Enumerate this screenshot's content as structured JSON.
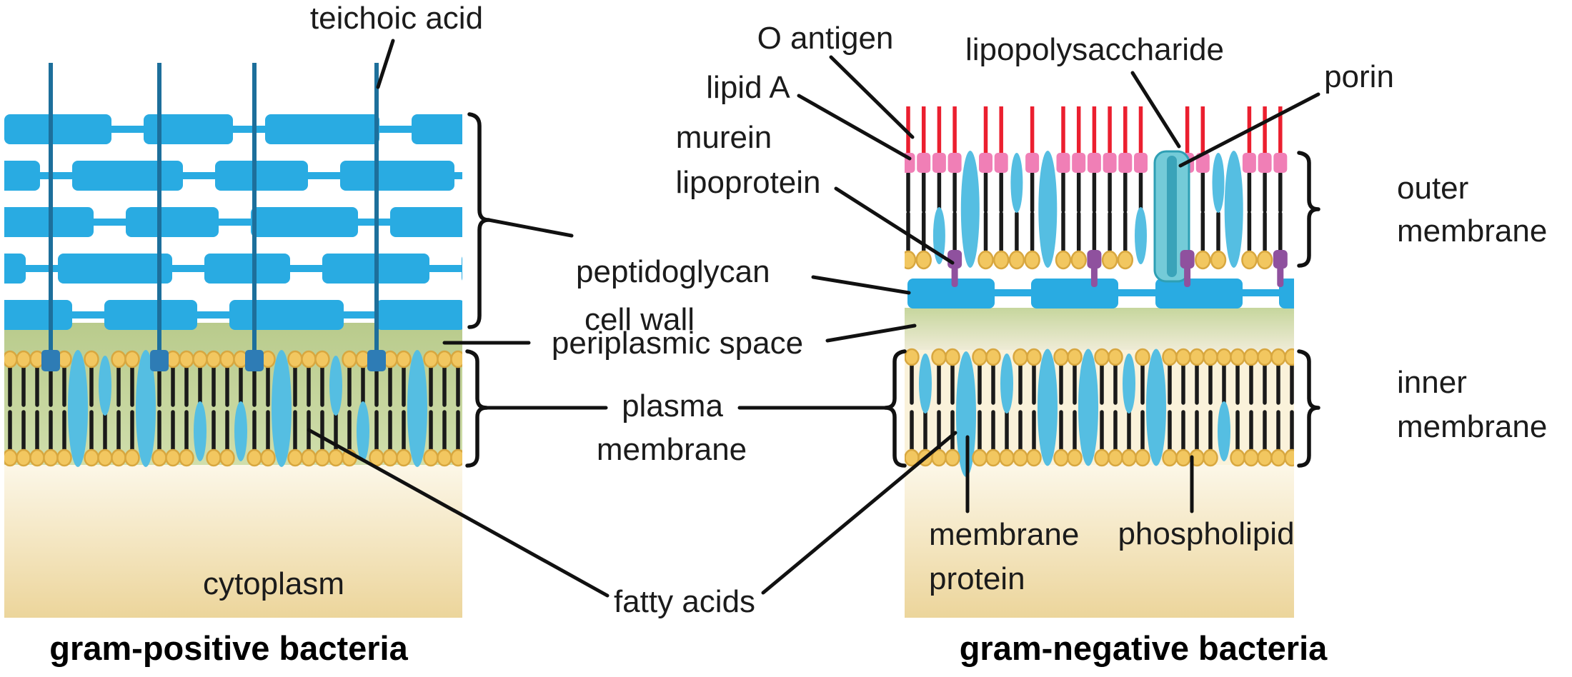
{
  "labels": {
    "teichoic_acid": "teichoic acid",
    "o_antigen": "O antigen",
    "lipopolysaccharide": "lipopolysaccharide",
    "porin": "porin",
    "lipid_a": "lipid A",
    "murein_line1": "murein",
    "murein_line2": "lipoprotein",
    "peptidoglycan_line1": "peptidoglycan",
    "peptidoglycan_line2": "cell wall",
    "periplasmic_space": "periplasmic space",
    "plasma_line1": "plasma",
    "plasma_line2": "membrane",
    "outer_line1": "outer",
    "outer_line2": "membrane",
    "inner_line1": "inner",
    "inner_line2": "membrane",
    "membrane_protein_line1": "membrane",
    "membrane_protein_line2": "protein",
    "phospholipid": "phospholipid",
    "fatty_acids": "fatty acids",
    "cytoplasm": "cytoplasm"
  },
  "captions": {
    "gram_positive": "gram-positive bacteria",
    "gram_negative": "gram-negative bacteria"
  },
  "colors": {
    "peptidoglycan": "#29ABE2",
    "teichoic_line": "#1D6F9B",
    "teichoic_anchor": "#2E7CB5",
    "membrane_green_top": "#B9CB8C",
    "membrane_green_bottom": "#D0DEAC",
    "head_fill": "#F2C760",
    "head_stroke": "#D8A73F",
    "tail": "#1A1A1A",
    "protein_ellipse": "#55BEE2",
    "cytoplasm_top": "#FCF7E8",
    "cytoplasm_bottom": "#ECD59B",
    "o_antigen_red": "#EB1F2F",
    "lipid_a_pink": "#F07FB6",
    "lipoprotein_purple": "#8F519E",
    "porin_fill": "#74CBD8",
    "porin_stroke": "#2E9FB4",
    "porin_inner": "#3AA3B9",
    "periplasm_green_top": "#C6D69D",
    "periplasm_green_bottom": "#F0ECD8",
    "inner_membrane_bg": "#FAF2DA",
    "pointer_line": "#111111",
    "label_text": "#1B1B1B"
  }
}
